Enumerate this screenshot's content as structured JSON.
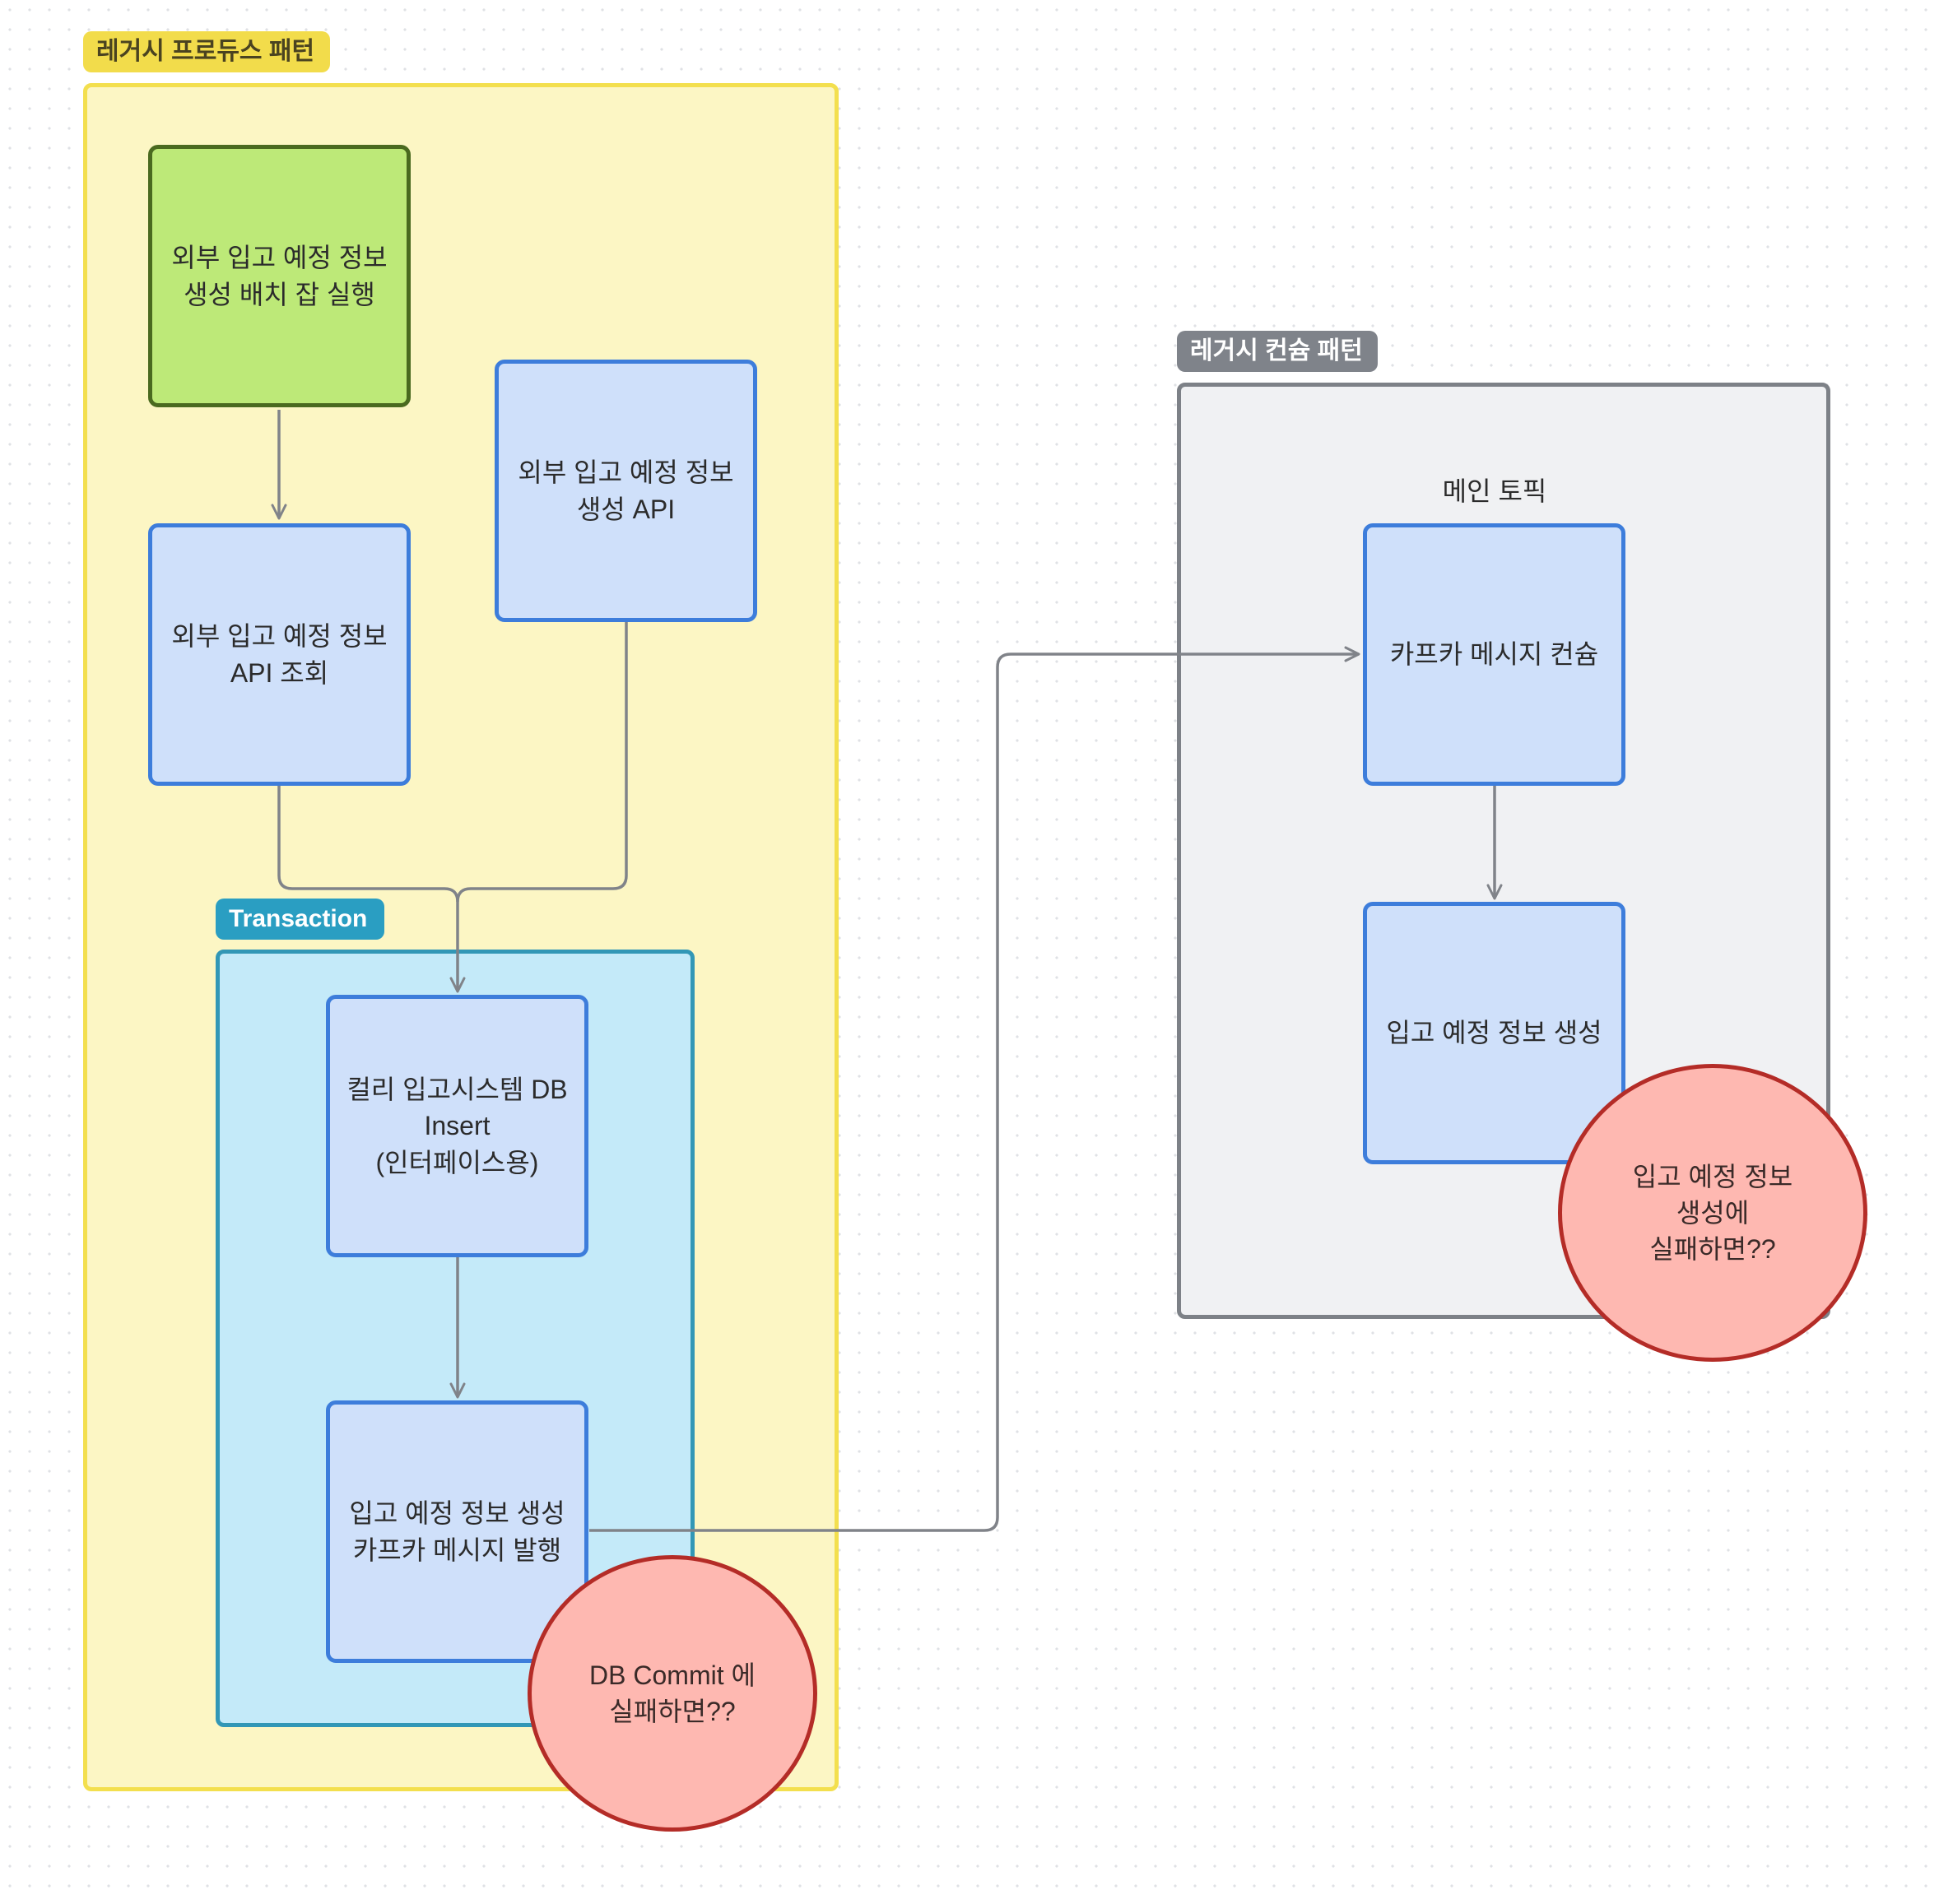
{
  "sections": {
    "producer": {
      "label": "레거시 프로듀스 패턴"
    },
    "consumer": {
      "label": "레거시 컨슘 패턴"
    },
    "transaction": {
      "label": "Transaction"
    }
  },
  "nodes": {
    "batch_job": "외부 입고 예정 정보\n생성 배치 잡 실행",
    "api_query": "외부 입고 예정 정보\nAPI 조회",
    "create_api": "외부 입고 예정 정보\n생성 API",
    "db_insert": "컬리 입고시스템 DB\nInsert\n(인터페이스용)",
    "kafka_publish": "입고 예정 정보 생성\n카프카 메시지 발행",
    "kafka_consume": "카프카 메시지 컨슘",
    "create_info": "입고 예정 정보 생성"
  },
  "topic_label": "메인 토픽",
  "warnings": {
    "db_commit_fail": "DB Commit 에\n실패하면??",
    "create_fail": "입고 예정 정보\n생성에\n실패하면??"
  },
  "colors": {
    "producer_frame_fill": "#fcf6c4",
    "producer_frame_border": "#f3df4e",
    "consumer_frame_fill": "#f0f1f3",
    "consumer_frame_border": "#7d8187",
    "transaction_fill": "#c4eaf9",
    "transaction_border": "#3297b6",
    "node_fill": "#cfe0fa",
    "node_border": "#3d7ddb",
    "start_node_fill": "#bde978",
    "start_node_border": "#4a6a1f",
    "warning_fill": "#feb8b1",
    "warning_border": "#b42c27",
    "connector": "#808389"
  }
}
